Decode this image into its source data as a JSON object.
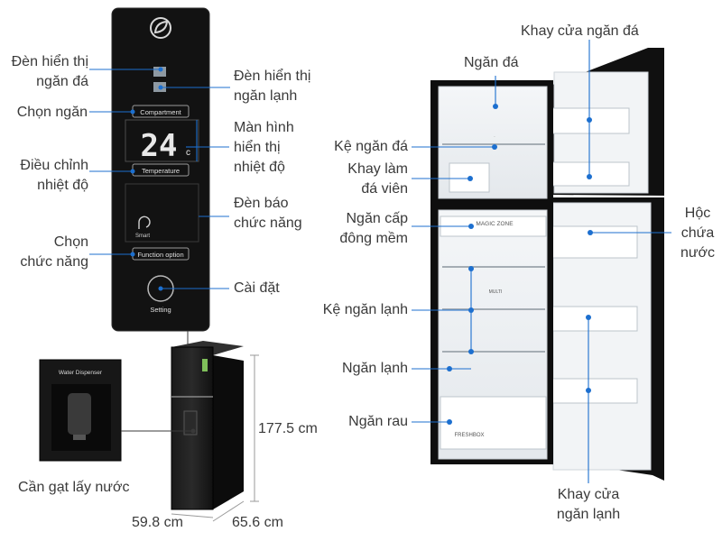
{
  "panel": {
    "compartment_btn": "Compartment",
    "temperature_btn": "Temperature",
    "function_btn": "Function option",
    "setting_btn": "Setting",
    "display_value": "24",
    "display_unit": "c",
    "smart_label": "Smart"
  },
  "dispenser": {
    "title": "Water Dispenser"
  },
  "fridge": {
    "magic_zone": "MAGIC ZONE",
    "multi_label": "MULTI",
    "freshbox": "FRESHBOX"
  },
  "labels": {
    "freezer_indicator": "Đèn hiển thị\nngăn đá",
    "fridge_indicator": "Đèn hiển thị\nngăn lạnh",
    "select_compartment": "Chọn ngăn",
    "temperature_display": "Màn hình\nhiển thị\nnhiệt độ",
    "temperature_adjust": "Điều chỉnh\nnhiệt độ",
    "function_indicator": "Đèn báo\nchức năng",
    "select_function": "Chọn\nchức năng",
    "setting": "Cài đặt",
    "dispenser_lever": "Cần gạt lấy nước",
    "freezer_door_tray": "Khay cửa ngăn đá",
    "freezer": "Ngăn đá",
    "freezer_shelf": "Kệ ngăn đá",
    "ice_tray": "Khay làm\nđá viên",
    "soft_freeze": "Ngăn cấp\nđông mềm",
    "fridge_shelf": "Kệ ngăn lạnh",
    "fridge": "Ngăn lạnh",
    "vegetable": "Ngăn rau",
    "water_tank": "Hộc\nchứa\nnước",
    "fridge_door_tray": "Khay cửa\nngăn lạnh"
  },
  "dimensions": {
    "height": "177.5 cm",
    "width": "59.8 cm",
    "depth": "65.6 cm"
  }
}
